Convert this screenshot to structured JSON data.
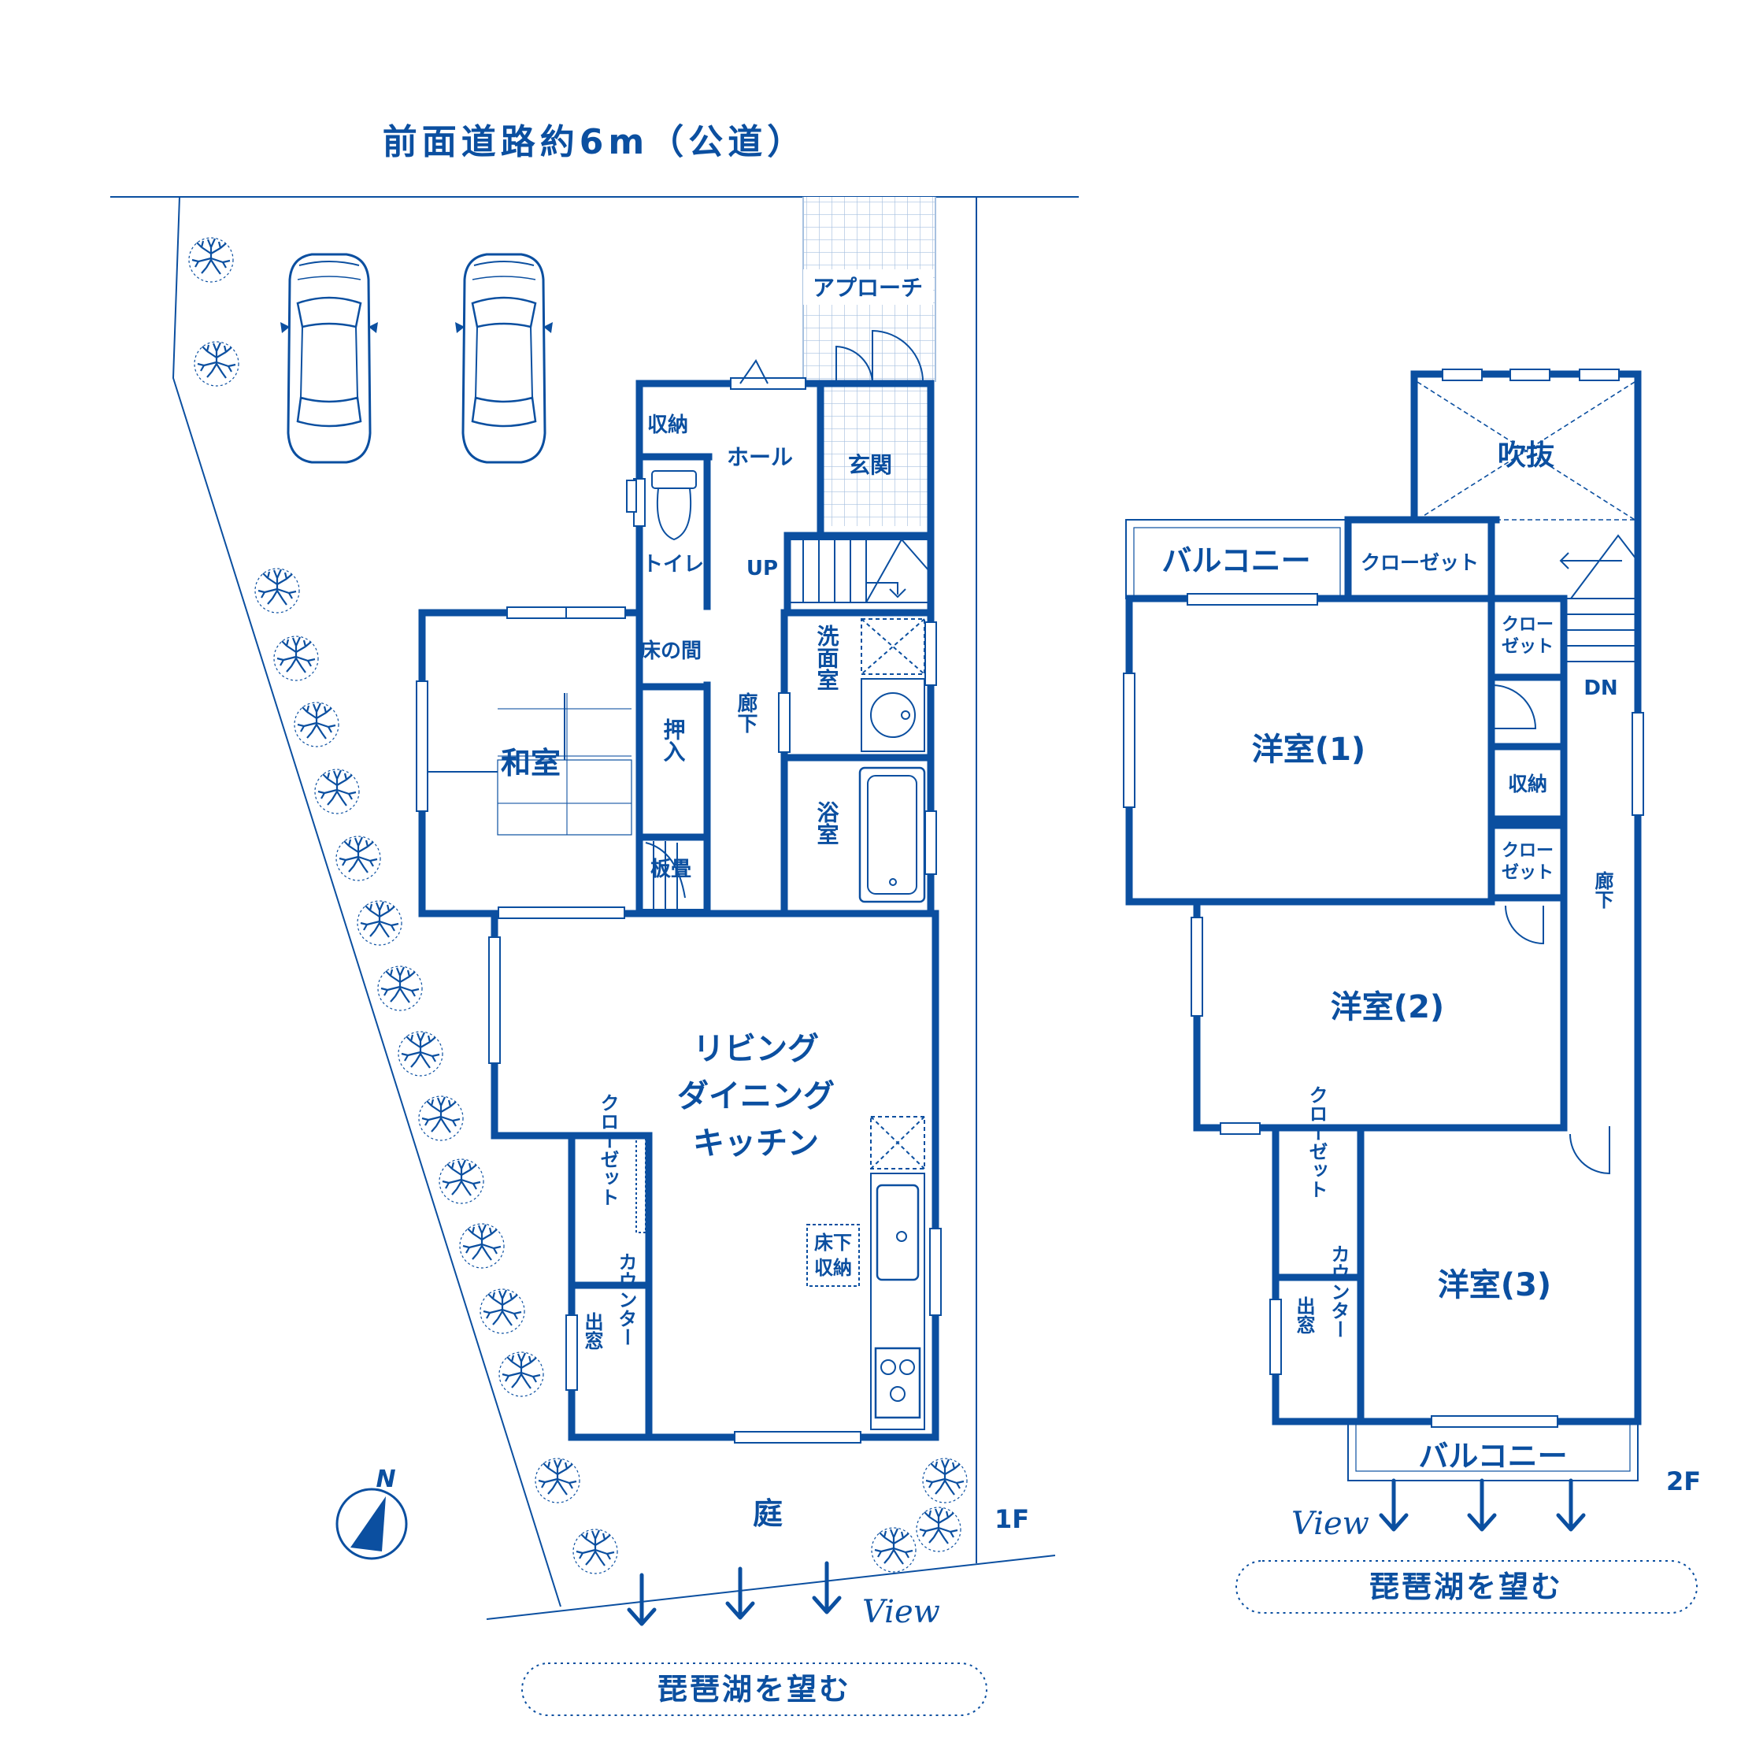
{
  "road_label": "前面道路約6m（公道）",
  "floor1": {
    "floor_label": "1F",
    "rooms": {
      "approach": "アプローチ",
      "storage": "収納",
      "hall": "ホール",
      "entrance": "玄関",
      "toilet": "トイレ",
      "up": "UP",
      "tokonoma": "床の間",
      "washroom": "洗面室",
      "oshiire": "押入",
      "washitsu": "和室",
      "corridor": "廊下",
      "itatatami": "板畳",
      "bathroom": "浴室",
      "ldk_1": "リビング",
      "ldk_2": "ダイニング",
      "ldk_3": "キッチン",
      "closet": "クローゼット",
      "underfloor_1": "床下",
      "underfloor_2": "収納",
      "counter": "カウンター",
      "demado": "出窓",
      "garden": "庭"
    },
    "compass": "N",
    "view": "View",
    "lake": "琵琶湖を望む"
  },
  "floor2": {
    "floor_label": "2F",
    "rooms": {
      "fukinuke": "吹抜",
      "balcony_top": "バルコニー",
      "closet_top": "クローゼット",
      "closet_small_1": "クロー",
      "closet_small_2": "ゼット",
      "dn": "DN",
      "western1": "洋室(1)",
      "storage": "収納",
      "closet_mid_1": "クロー",
      "closet_mid_2": "ゼット",
      "corridor": "廊下",
      "western2": "洋室(2)",
      "closet_vertical": "クローゼット",
      "western3": "洋室(3)",
      "counter": "カウンター",
      "demado": "出窓",
      "balcony_bottom": "バルコニー"
    },
    "view": "View",
    "lake": "琵琶湖を望む"
  },
  "colors": {
    "primary": "#0b4fa0",
    "tile": "#a7c1e0"
  }
}
